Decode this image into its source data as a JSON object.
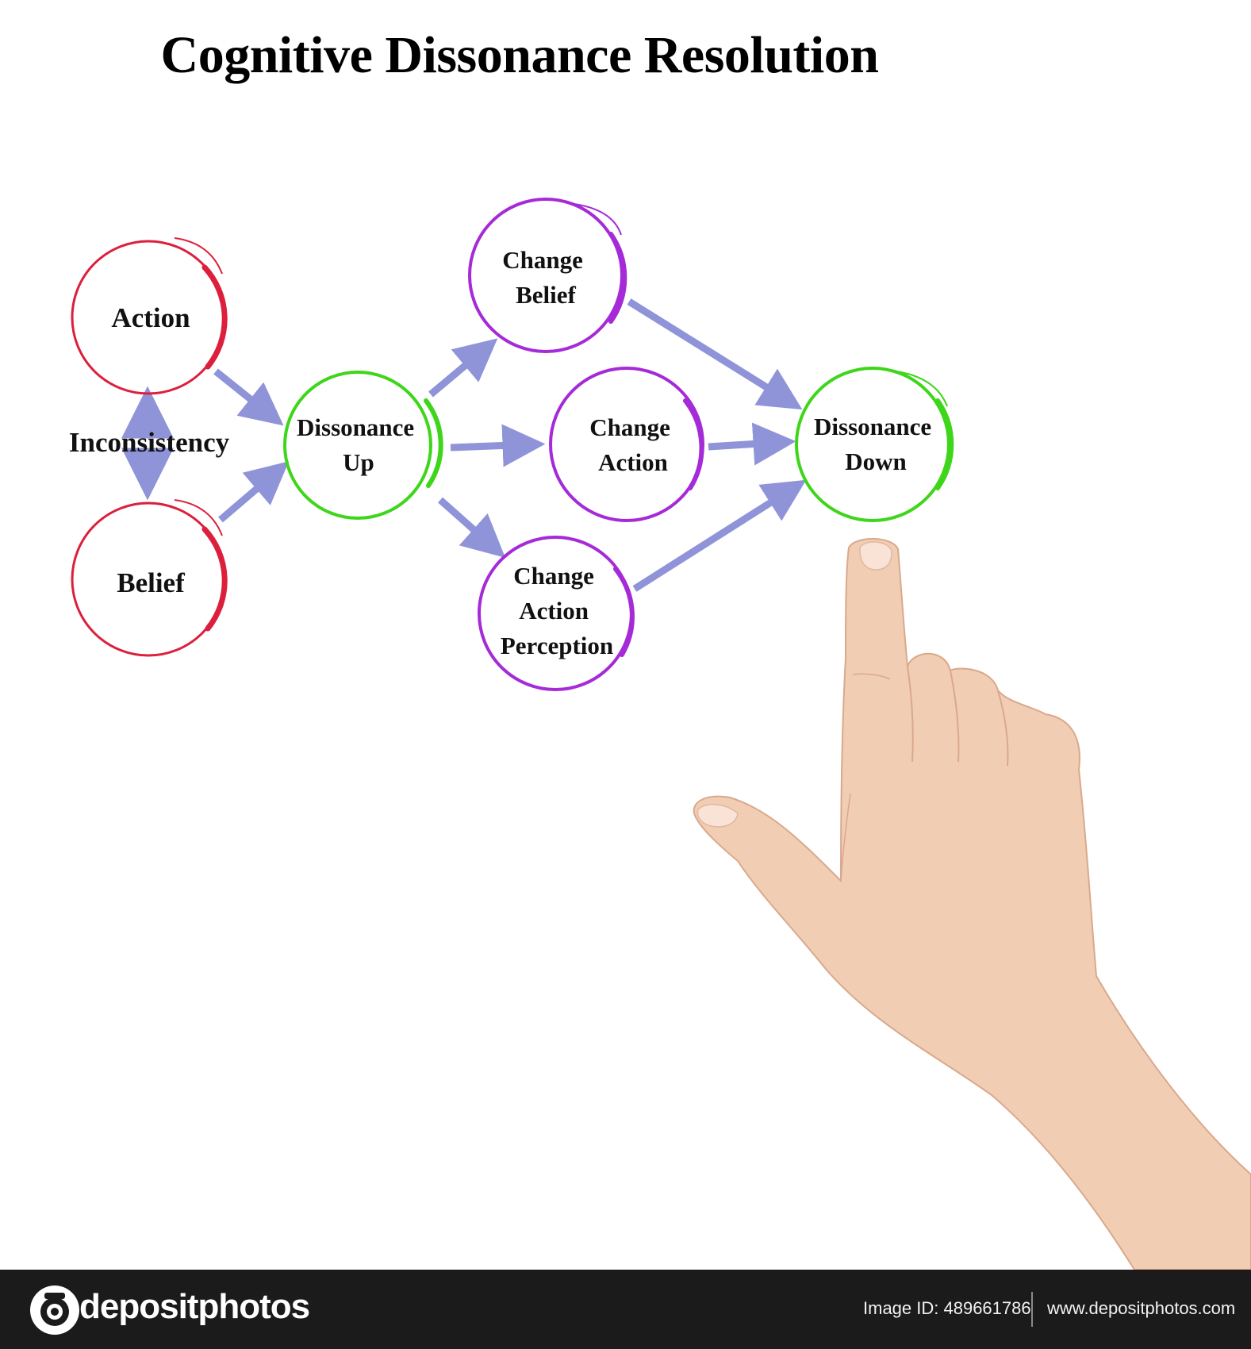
{
  "title": "Cognitive Dissonance Resolution",
  "colors": {
    "red": "#dc1f3c",
    "green": "#3ed61a",
    "purple": "#a52ad8",
    "arrow": "#8f93d8",
    "footer_bg": "#1b1b1b"
  },
  "nodes": {
    "action": "Action",
    "belief": "Belief",
    "inconsistency": "Inconsistency",
    "dissonance_up": [
      "Dissonance",
      "Up"
    ],
    "change_belief": [
      "Change",
      "Belief"
    ],
    "change_action": [
      "Change",
      "Action"
    ],
    "change_perception": [
      "Change",
      "Action",
      "Perception"
    ],
    "dissonance_down": [
      "Dissonance",
      "Down"
    ]
  },
  "illustration": {
    "icon": "pointing-hand-icon"
  },
  "footer": {
    "brand": "depositphotos",
    "image_id": "Image ID: 489661786",
    "url": "www.depositphotos.com"
  }
}
